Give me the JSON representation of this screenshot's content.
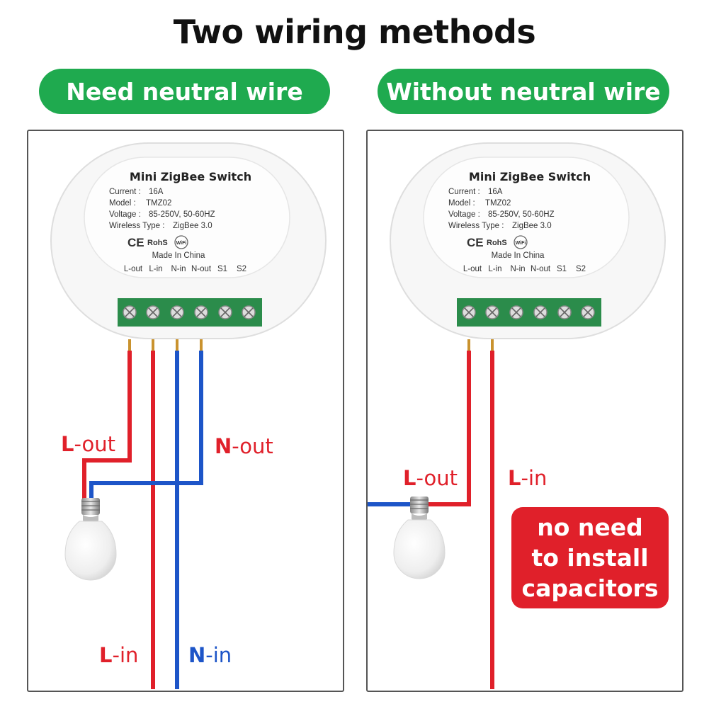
{
  "title": "Two wiring methods",
  "colors": {
    "accent_green": "#1faa4f",
    "live_red": "#e0202a",
    "neutral_blue": "#1d55c8",
    "terminal_green": "#2b8c4b",
    "note_red": "#e0202a"
  },
  "left_method": {
    "badge": "Need neutral wire",
    "device": {
      "name": "Mini ZigBee Switch",
      "specs": [
        {
          "key": "Current :",
          "value": "16A"
        },
        {
          "key": "Model :",
          "value": "TMZ02"
        },
        {
          "key": "Voltage :",
          "value": "85-250V, 50-60HZ"
        },
        {
          "key": "Wireless Type :",
          "value": "ZigBee 3.0"
        }
      ],
      "certs": {
        "ce": "CE",
        "rohs": "RohS",
        "wifi": "WiFi"
      },
      "origin": "Made In China",
      "terminals": [
        "L-out",
        "L-in",
        "N-in",
        "N-out",
        "S1",
        "S2"
      ]
    },
    "wire_labels": {
      "l_out": {
        "prefix": "L",
        "suffix": "-out"
      },
      "n_out": {
        "prefix": "N",
        "suffix": "-out"
      },
      "l_in": {
        "prefix": "L",
        "suffix": "-in"
      },
      "n_in": {
        "prefix": "N",
        "suffix": "-in"
      }
    }
  },
  "right_method": {
    "badge": "Without neutral wire",
    "device": {
      "name": "Mini ZigBee Switch",
      "specs": [
        {
          "key": "Current :",
          "value": "16A"
        },
        {
          "key": "Model :",
          "value": "TMZ02"
        },
        {
          "key": "Voltage :",
          "value": "85-250V, 50-60HZ"
        },
        {
          "key": "Wireless Type :",
          "value": "ZigBee 3.0"
        }
      ],
      "certs": {
        "ce": "CE",
        "rohs": "RohS",
        "wifi": "WiFi"
      },
      "origin": "Made In China",
      "terminals": [
        "L-out",
        "L-in",
        "N-in",
        "N-out",
        "S1",
        "S2"
      ]
    },
    "wire_labels": {
      "l_out": {
        "prefix": "L",
        "suffix": "-out"
      },
      "l_in": {
        "prefix": "L",
        "suffix": "-in"
      }
    },
    "note_lines": [
      "no need",
      "to install",
      "capacitors"
    ]
  }
}
